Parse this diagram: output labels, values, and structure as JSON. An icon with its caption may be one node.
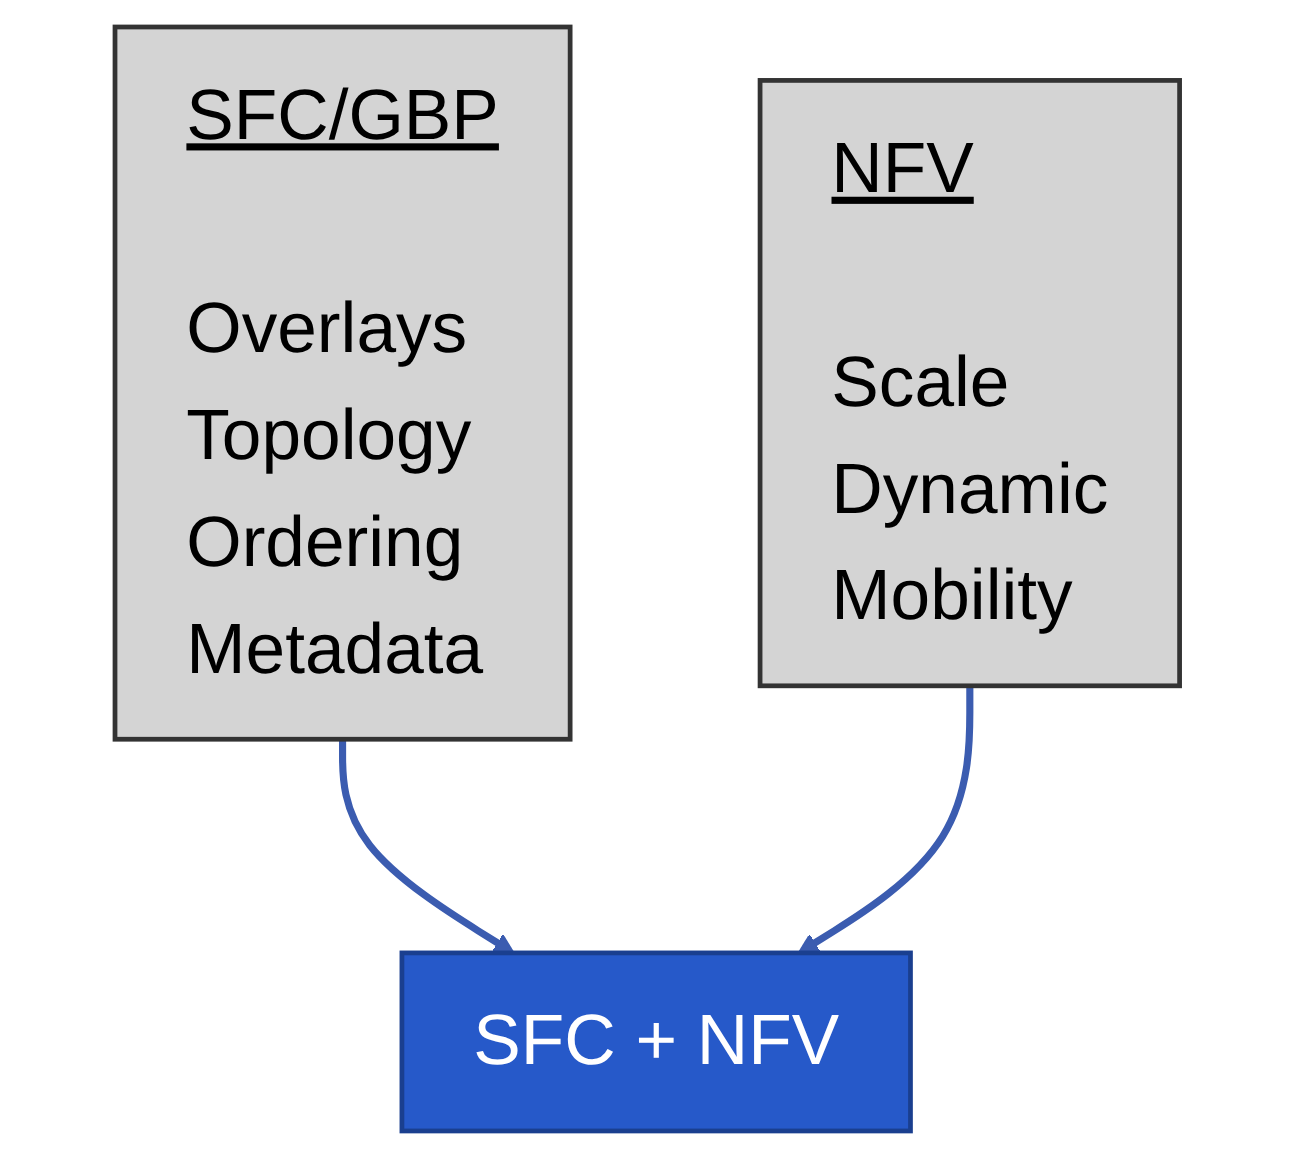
{
  "diagram": {
    "nodes": [
      {
        "text": [
          "SFC/GBP",
          "Overlays",
          "Topology",
          "Ordering",
          "Metadata"
        ]
      },
      {
        "text": [
          "NFV",
          "Scale",
          "Dynamic",
          "Mobility"
        ]
      },
      {
        "text": [
          "SFC + NFV"
        ]
      }
    ],
    "edges": [
      {
        "from": 0,
        "to": 2,
        "arrow": "to",
        "color": "#3b5cb0"
      },
      {
        "from": 1,
        "to": 2,
        "arrow": "to",
        "color": "#3b5cb0"
      }
    ]
  }
}
